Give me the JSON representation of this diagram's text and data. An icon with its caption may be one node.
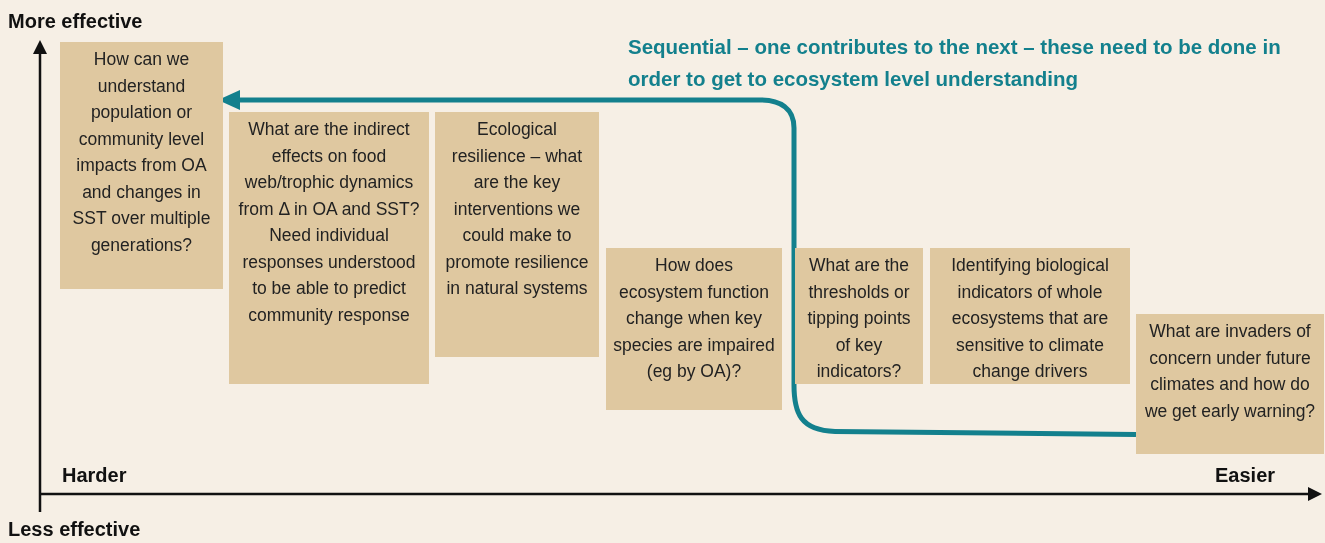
{
  "diagram": {
    "nodes": [
      {
        "text": [
          "How can we understand population or community level impacts from OA and changes in SST over multiple generations?"
        ]
      },
      {
        "text": [
          "What are the indirect effects on food web/trophic dynamics from Δ in OA and SST? Need individual responses understood to be able to predict community response"
        ]
      },
      {
        "text": [
          "Ecological resilience – what are the key interventions we could make to promote resilience in natural systems"
        ]
      },
      {
        "text": [
          "How does ecosystem function change when key species are impaired (eg by OA)?"
        ]
      },
      {
        "text": [
          "What are the thresholds or tipping points of key indicators?"
        ]
      },
      {
        "text": [
          "Identifying biological indicators of whole ecosystems that are sensitive to climate change drivers"
        ]
      },
      {
        "text": [
          "What are invaders of concern under future climates and how do we get early warning?"
        ]
      }
    ],
    "edges": [
      {
        "from": 6,
        "to": 0,
        "arrow": "to",
        "color": "#13808d",
        "label": "Sequential – one contributes to the next – these need to be done in order to get to ecosystem level understanding"
      }
    ],
    "labels": [
      "More effective",
      "Harder",
      "Easier",
      "Less effective"
    ]
  }
}
